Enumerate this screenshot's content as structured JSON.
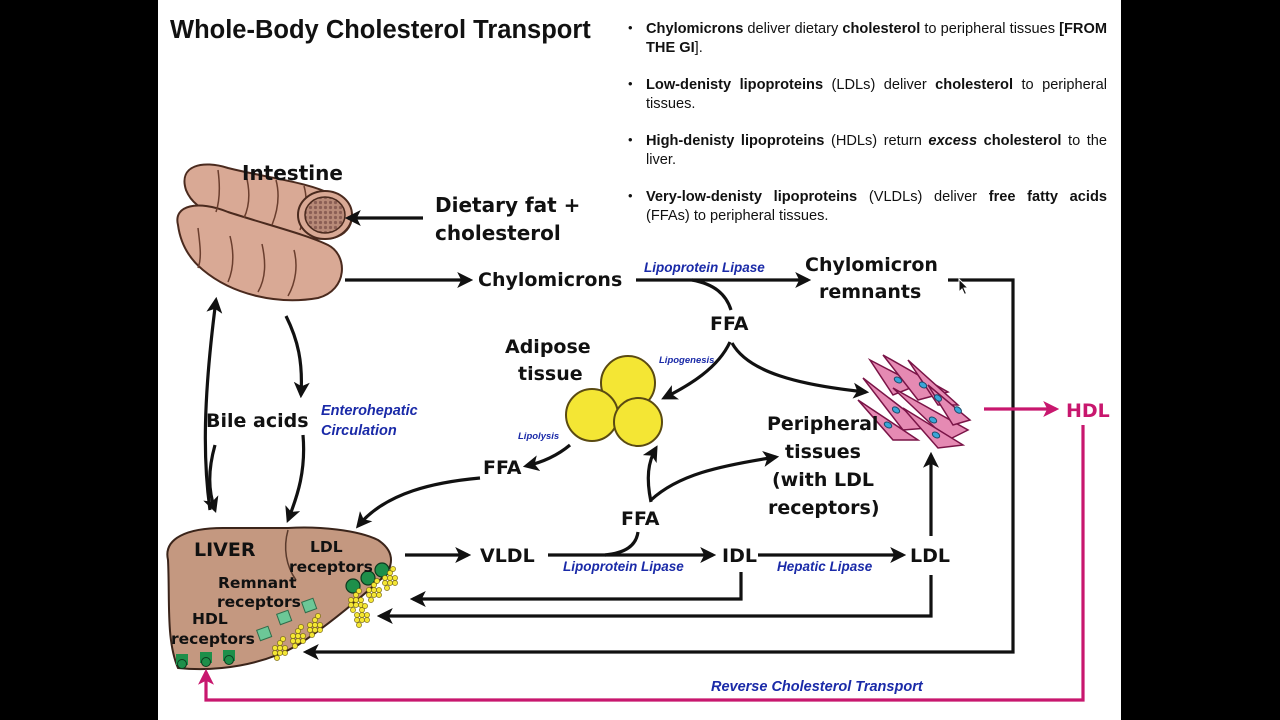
{
  "slide": {
    "title": "Whole-Body Cholesterol Transport",
    "bullets": [
      [
        {
          "t": "Chylomicrons",
          "b": true
        },
        {
          "t": " deliver dietary "
        },
        {
          "t": "cholesterol",
          "b": true
        },
        {
          "t": " to peripheral tissues "
        },
        {
          "t": "[FROM THE GI",
          "b": true
        },
        {
          "t": "]."
        }
      ],
      [
        {
          "t": "Low-denisty lipoproteins",
          "b": true
        },
        {
          "t": " (LDLs) deliver "
        },
        {
          "t": "cholesterol",
          "b": true
        },
        {
          "t": " to peripheral tissues."
        }
      ],
      [
        {
          "t": "High-denisty lipoproteins",
          "b": true
        },
        {
          "t": " (HDLs) return "
        },
        {
          "t": "excess",
          "b": true,
          "i": true
        },
        {
          "t": " "
        },
        {
          "t": "cholesterol",
          "b": true
        },
        {
          "t": " to the liver."
        }
      ],
      [
        {
          "t": "Very-low-denisty lipoproteins",
          "b": true
        },
        {
          "t": " (VLDLs) deliver "
        },
        {
          "t": "free fatty acids",
          "b": true
        },
        {
          "t": " (FFAs) to peripheral tissues."
        }
      ]
    ]
  },
  "diagram": {
    "intestine": "Intestine",
    "dietary_line1": "Dietary fat +",
    "dietary_line2": "cholesterol",
    "chylomicrons": "Chylomicrons",
    "lipoprotein_lipase_top": "Lipoprotein Lipase",
    "chylo_remnants_line1": "Chylomicron",
    "chylo_remnants_line2": "remnants",
    "ffa_top": "FFA",
    "adipose_line1": "Adipose",
    "adipose_line2": "tissue",
    "lipogenesis": "Lipogenesis",
    "lipolysis": "Lipolysis",
    "ffa_left": "FFA",
    "bile_acids": "Bile acids",
    "enterohepatic_line1": "Enterohepatic",
    "enterohepatic_line2": "Circulation",
    "peripheral_line1": "Peripheral",
    "peripheral_line2": "tissues",
    "peripheral_line3": "(with LDL",
    "peripheral_line4": "receptors)",
    "hdl": "HDL",
    "ffa_middle": "FFA",
    "liver": "LIVER",
    "ldl_receptors_line1": "LDL",
    "ldl_receptors_line2": "receptors",
    "remnant_receptors_line1": "Remnant",
    "remnant_receptors_line2": "receptors",
    "hdl_receptors_line1": "HDL",
    "hdl_receptors_line2": "receptors",
    "vldl": "VLDL",
    "lipoprotein_lipase_bottom": "Lipoprotein Lipase",
    "idl": "IDL",
    "hepatic_lipase": "Hepatic Lipase",
    "ldl": "LDL",
    "reverse_transport": "Reverse Cholesterol Transport"
  },
  "colors": {
    "hdl_magenta": "#c8176e",
    "enzyme_blue": "#1a2aa8",
    "intestine": "#d9a995",
    "liver": "#c49880",
    "adipose_yellow": "#f4e634",
    "receptor_green": "#1e8f4a"
  }
}
